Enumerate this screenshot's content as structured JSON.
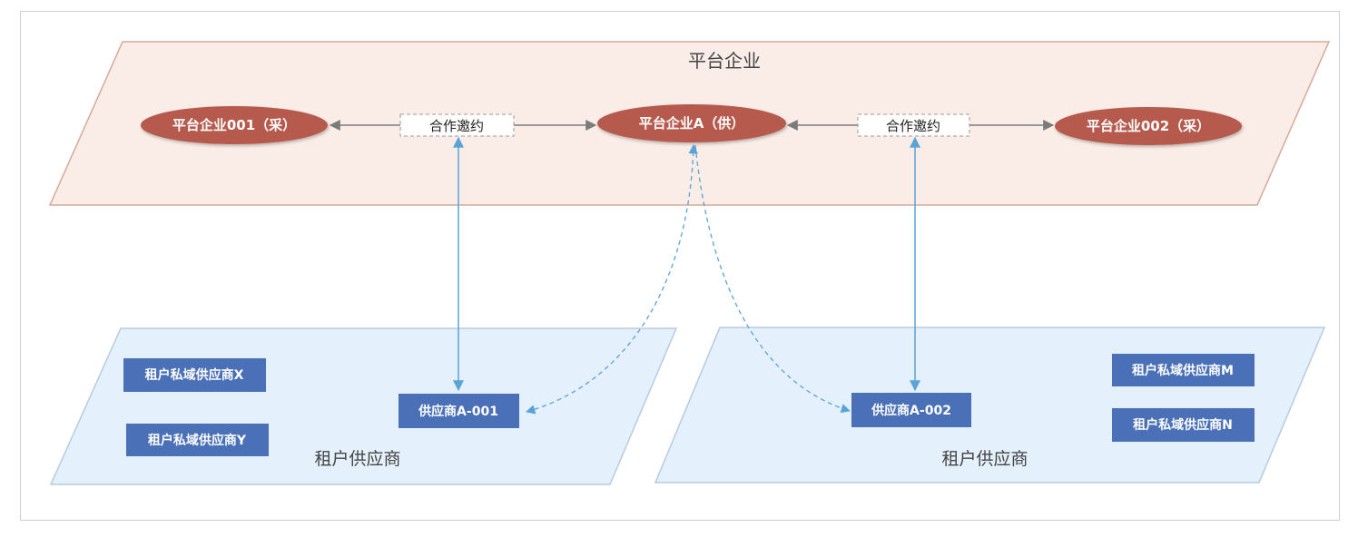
{
  "platform": {
    "title": "平台企业",
    "nodes": {
      "left": "平台企业001（采）",
      "center": "平台企业A（供）",
      "right": "平台企业002（采）"
    },
    "invites": {
      "left": "合作邀约",
      "right": "合作邀约"
    }
  },
  "tenants": {
    "left": {
      "title": "租户供应商",
      "supplier": "供应商A-001",
      "private": [
        "租户私域供应商X",
        "租户私域供应商Y"
      ]
    },
    "right": {
      "title": "租户供应商",
      "supplier": "供应商A-002",
      "private": [
        "租户私域供应商M",
        "租户私域供应商N"
      ]
    }
  },
  "colors": {
    "platform_fill": "#faece6",
    "platform_stroke": "#d7a99a",
    "ellipse": "#b65a4e",
    "tenant_fill": "#e4f0fb",
    "tenant_stroke": "#b6cbe0",
    "box": "#4a70b8",
    "arrow_blue": "#5aa3d8",
    "arrow_gray": "#7b7b7b"
  }
}
